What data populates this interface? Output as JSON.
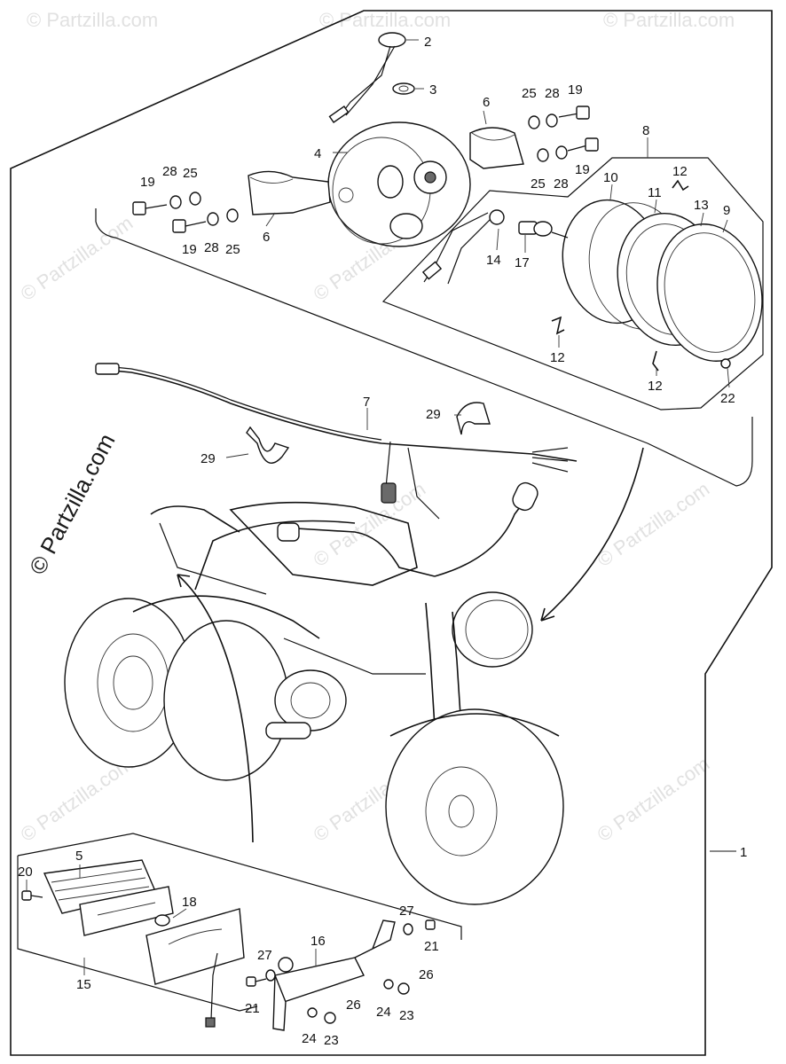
{
  "watermark": {
    "vertical": "© Partzilla.com",
    "tile": "© Partzilla.com"
  },
  "callouts": {
    "c1": "1",
    "c2": "2",
    "c3": "3",
    "c4": "4",
    "c5": "5",
    "c6a": "6",
    "c6b": "6",
    "c7": "7",
    "c8": "8",
    "c9": "9",
    "c10": "10",
    "c11": "11",
    "c12a": "12",
    "c12b": "12",
    "c12c": "12",
    "c13": "13",
    "c14": "14",
    "c15": "15",
    "c16": "16",
    "c17": "17",
    "c18": "18",
    "c19a": "19",
    "c19b": "19",
    "c19c": "19",
    "c19d": "19",
    "c20": "20",
    "c21a": "21",
    "c21b": "21",
    "c22": "22",
    "c23a": "23",
    "c23b": "23",
    "c24a": "24",
    "c24b": "24",
    "c25a": "25",
    "c25b": "25",
    "c25c": "25",
    "c25d": "25",
    "c26a": "26",
    "c26b": "26",
    "c27a": "27",
    "c27b": "27",
    "c28a": "28",
    "c28b": "28",
    "c28c": "28",
    "c28d": "28",
    "c29a": "29",
    "c29b": "29"
  }
}
